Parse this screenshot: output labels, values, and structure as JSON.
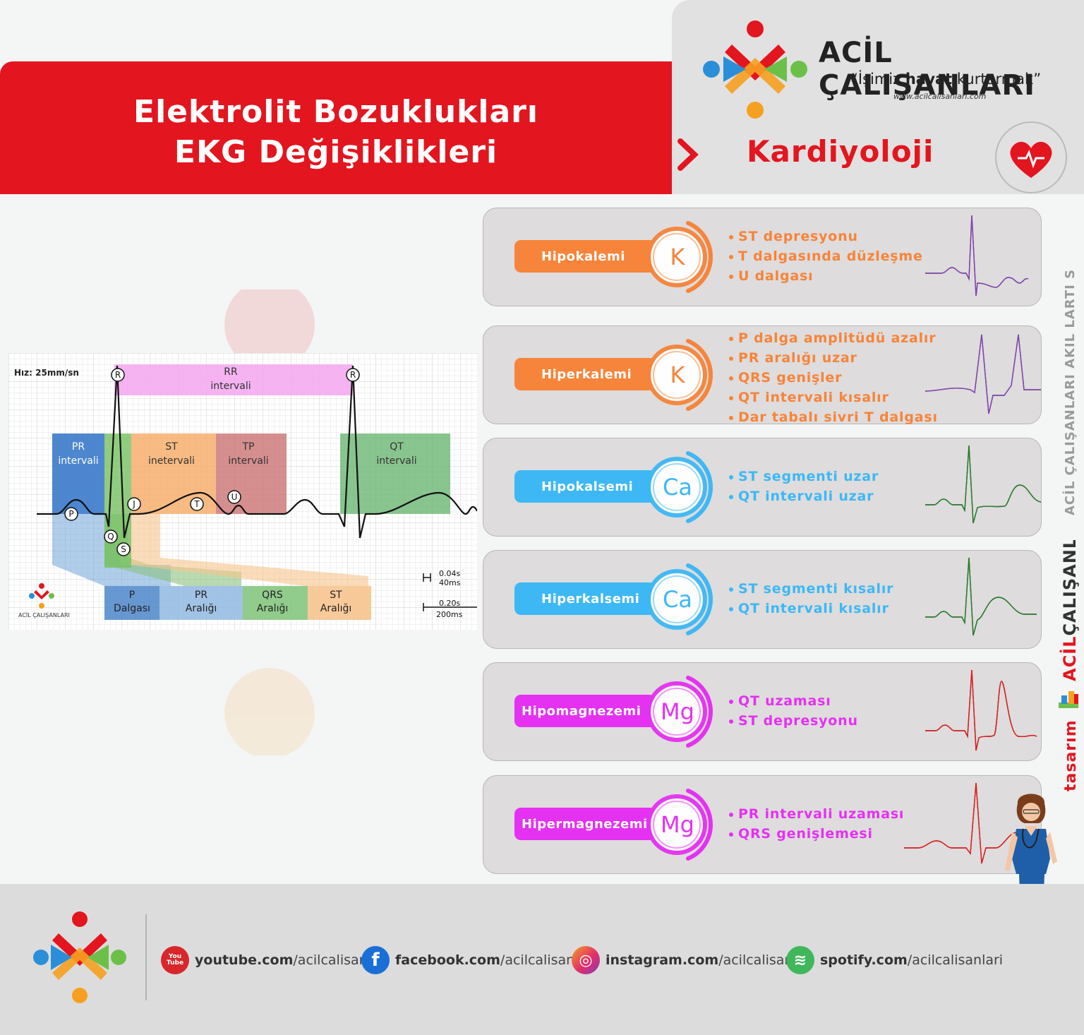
{
  "header": {
    "title_line1": "Elektrolit Bozuklukları",
    "title_line2": "EKG Değişiklikleri"
  },
  "brand": {
    "name": "ACİL ÇALIŞANLARI",
    "slogan_pre": "“İşimiz ",
    "slogan_bold": "hayat",
    "slogan_post": " kurtarmak”",
    "url": "www.acilcalisanlari.com"
  },
  "category": "Kardiyoloji",
  "ecg": {
    "speed": "Hız: 25mm/sn",
    "rr": [
      "RR",
      "intervali"
    ],
    "pr": [
      "PR",
      "intervali"
    ],
    "st": [
      "ST",
      "inetervali"
    ],
    "tp": [
      "TP",
      "intervali"
    ],
    "qt": [
      "QT",
      "intervali"
    ],
    "waves": {
      "P": "P",
      "Q": "Q",
      "R": "R",
      "S": "S",
      "T": "T",
      "U": "U",
      "J": "J"
    },
    "bottom": {
      "p": [
        "P",
        "Dalgası"
      ],
      "pr": [
        "PR",
        "Aralığı"
      ],
      "qrs": [
        "QRS",
        "Aralığı"
      ],
      "st": [
        "ST",
        "Aralığı"
      ]
    },
    "scale1": [
      "0.04s",
      "40ms"
    ],
    "scale2": [
      "0.20s",
      "200ms"
    ],
    "logo": "ACİL ÇALIŞANLARI"
  },
  "cards": [
    {
      "name": "Hipokalemi",
      "symbol": "K",
      "color": "#f6843a",
      "points": [
        "ST depresyonu",
        "T dalgasında düzleşme",
        "U dalgası"
      ]
    },
    {
      "name": "Hiperkalemi",
      "symbol": "K",
      "color": "#f6843a",
      "points": [
        "P dalga amplitüdü azalır",
        "PR aralığı uzar",
        "QRS genişler",
        "QT intervali kısalır",
        "Dar tabalı sivri T dalgası"
      ]
    },
    {
      "name": "Hipokalsemi",
      "symbol": "Ca",
      "color": "#3db8f5",
      "points": [
        "ST segmenti uzar",
        "QT intervali uzar"
      ]
    },
    {
      "name": "Hiperkalsemi",
      "symbol": "Ca",
      "color": "#3db8f5",
      "points": [
        "ST segmenti kısalır",
        "QT intervali kısalır"
      ]
    },
    {
      "name": "Hipomagnezemi",
      "symbol": "Mg",
      "color": "#e431f2",
      "points": [
        "QT uzaması",
        "ST depresyonu"
      ]
    },
    {
      "name": "Hipermagnezemi",
      "symbol": "Mg",
      "color": "#e431f2",
      "points": [
        "PR intervali uzaması",
        "QRS genişlemesi"
      ]
    }
  ],
  "side": {
    "series": "ACİL ÇALIŞANLARI AKIL LARTI SERİSİ",
    "design_pre": "tasarım",
    "design_red": "ACİL",
    "design_dark": "ÇALIŞANLARI"
  },
  "footer": {
    "social": [
      {
        "bold": "youtube.com",
        "rest": "/acilcalisanlari",
        "icon": "youtube-icon",
        "glyph": "You Tube"
      },
      {
        "bold": "facebook.com",
        "rest": "/acilcalisanlari",
        "icon": "facebook-icon",
        "glyph": "f"
      },
      {
        "bold": "instagram.com",
        "rest": "/acilcalisanlari",
        "icon": "instagram-icon",
        "glyph": "◎"
      },
      {
        "bold": "spotify.com",
        "rest": "/acilcalisanlari",
        "icon": "spotify-icon",
        "glyph": "≋"
      }
    ]
  }
}
